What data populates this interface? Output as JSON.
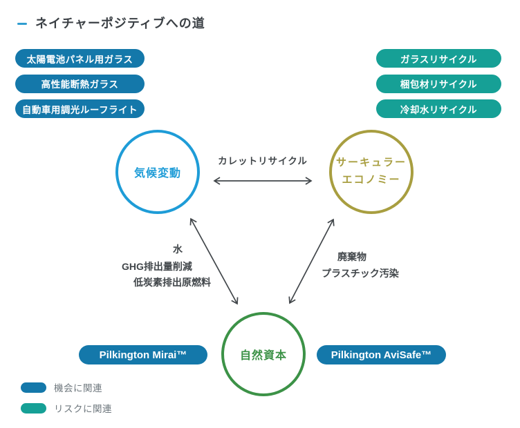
{
  "title": "ネイチャーポジティブへの道",
  "left_pills": [
    "太陽電池パネル用ガラス",
    "高性能断熱ガラス",
    "自動車用調光ルーフライト"
  ],
  "right_pills": [
    "ガラスリサイクル",
    "梱包材リサイクル",
    "冷却水リサイクル"
  ],
  "nodes": {
    "climate": "気候変動",
    "circular_line1": "サーキュラー",
    "circular_line2": "エコノミー",
    "nature": "自然資本"
  },
  "edge_labels": {
    "top": "カレットリサイクル",
    "left": [
      "水",
      "GHG排出量削減",
      "低炭素排出原燃料"
    ],
    "right": [
      "廃棄物",
      "プラスチック汚染"
    ]
  },
  "product_pills": [
    "Pilkington Mirai™",
    "Pilkington AviSafe™"
  ],
  "legend": [
    {
      "label": "機会に関連",
      "color": "#1478aa"
    },
    {
      "label": "リスクに関連",
      "color": "#16a096"
    }
  ],
  "colors": {
    "opportunity_pill": "#1478aa",
    "risk_pill": "#16a096",
    "climate_circle": "#1e9cd7",
    "circular_circle": "#a89e40",
    "nature_circle": "#3c9247",
    "arrow": "#41464a",
    "title_text": "#3b4045",
    "title_dash": "#2f9dd0"
  }
}
